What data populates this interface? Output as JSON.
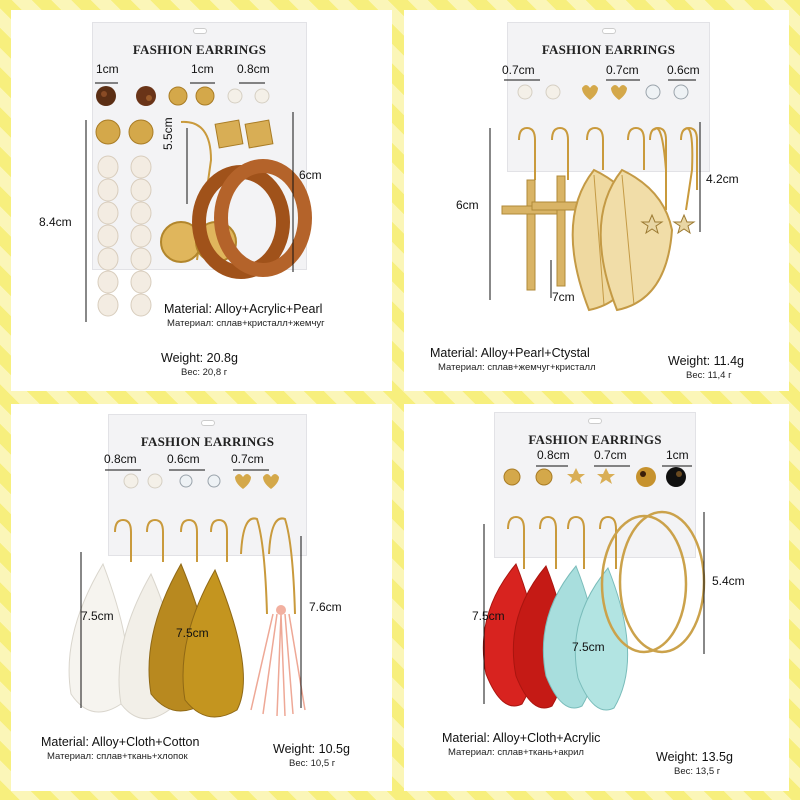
{
  "panels": [
    {
      "card_title": "FASHION EARRINGS",
      "dims": [
        "1cm",
        "1cm",
        "0.8cm",
        "5.5cm",
        "6cm",
        "8.4cm"
      ],
      "material": "Material:  Alloy+Acrylic+Pearl",
      "material_ru": "Материал: сплав+кристалл+жемчуг",
      "weight": "Weight: 20.8g",
      "weight_ru": "Вес: 20,8 г"
    },
    {
      "card_title": "FASHION EARRINGS",
      "dims": [
        "0.7cm",
        "0.7cm",
        "0.6cm",
        "6cm",
        "4.2cm",
        "7cm"
      ],
      "material": "Material:  Alloy+Pearl+Ctystal",
      "material_ru": "Материал: сплав+жемчуг+кристалл",
      "weight": "Weight: 11.4g",
      "weight_ru": "Вес: 11,4 г"
    },
    {
      "card_title": "FASHION EARRINGS",
      "dims": [
        "0.8cm",
        "0.6cm",
        "0.7cm",
        "7.5cm",
        "7.5cm",
        "7.6cm"
      ],
      "material": "Material:  Alloy+Cloth+Cotton",
      "material_ru": "Материал: сплав+ткань+хлопок",
      "weight": "Weight: 10.5g",
      "weight_ru": "Вес: 10,5 г"
    },
    {
      "card_title": "FASHION EARRINGS",
      "dims": [
        "0.8cm",
        "0.7cm",
        "1cm",
        "7.5cm",
        "7.5cm",
        "5.4cm"
      ],
      "material": "Material:  Alloy+Cloth+Acrylic",
      "material_ru": "Материал: сплав+ткань+акрил",
      "weight": "Weight: 13.5g",
      "weight_ru": "Вес: 13,5 г"
    }
  ],
  "colors": {
    "background_stripe_a": "#f7ef7d",
    "background_stripe_b": "#fbf6b8",
    "gold": "#d4a84a",
    "tortoise": "#a0521a",
    "leather_white": "#f6f4ef",
    "leather_mustard": "#b8891f",
    "tassel_pink": "#f2b0a0",
    "leather_red": "#d8231f",
    "leather_mint": "#a8dedd"
  }
}
